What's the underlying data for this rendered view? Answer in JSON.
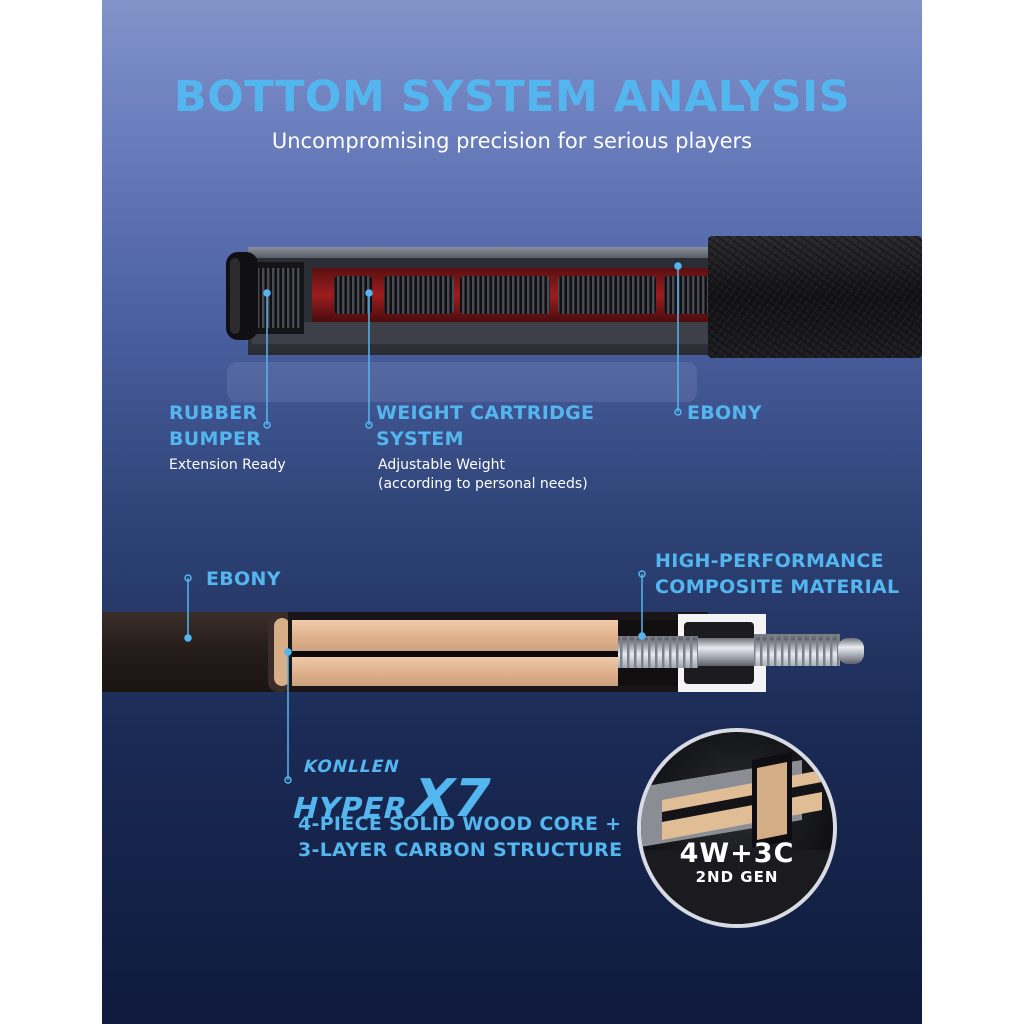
{
  "header": {
    "title": "BOTTOM SYSTEM ANALYSIS",
    "subtitle": "Uncompromising precision for serious players"
  },
  "bottom_callouts": {
    "rubber_bumper": {
      "line1": "RUBBER",
      "line2": "BUMPER",
      "desc": "Extension Ready"
    },
    "weight_cartridge": {
      "line1": "WEIGHT CARTRIDGE",
      "line2": "SYSTEM",
      "desc1": "Adjustable Weight",
      "desc2": "(according to personal needs)"
    },
    "ebony_top": {
      "label": "EBONY"
    }
  },
  "shaft_callouts": {
    "ebony_left": {
      "label": "EBONY"
    },
    "composite": {
      "line1": "HIGH-PERFORMANCE",
      "line2": "COMPOSITE MATERIAL"
    }
  },
  "brand": {
    "line1": "KONLLEN",
    "line2": "HYPER",
    "model": "X7",
    "core_line1": "4-PIECE SOLID WOOD CORE +",
    "core_line2": "3-LAYER CARBON STRUCTURE"
  },
  "badge": {
    "line1": "4W+3C",
    "line2": "2ND GEN"
  },
  "colors": {
    "accent": "#54b6ee",
    "text": "#ffffff",
    "bumper_red": "#8b1a1a",
    "ebony": "#2b2320",
    "wood": "#e2b894"
  }
}
